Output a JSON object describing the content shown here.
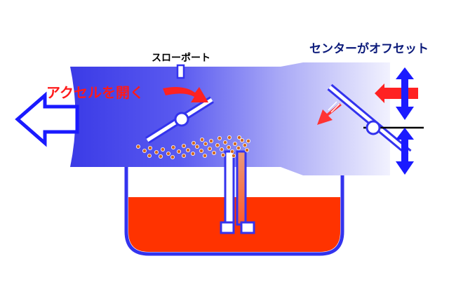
{
  "labels": {
    "slow_port": "スローポート",
    "open_throttle": "アクセルを開く",
    "center_offset": "センターがオフセット"
  },
  "colors": {
    "body_outline": "#3333ee",
    "throat_fill": "#3a3ae6",
    "fuel_red": "#ff3300",
    "label_red": "#ff1a1a",
    "label_navy": "#0b1a7a",
    "droplet": "#d2691e"
  },
  "icons": {
    "outflow": "outline-left-arrow-icon",
    "accel_direction": "curved-arrow-icon",
    "incoming_air": "red-left-arrow-icon",
    "suction": "dashed-diagonal-arrow-icon",
    "piston_travel": "up-down-arrow-icon"
  }
}
